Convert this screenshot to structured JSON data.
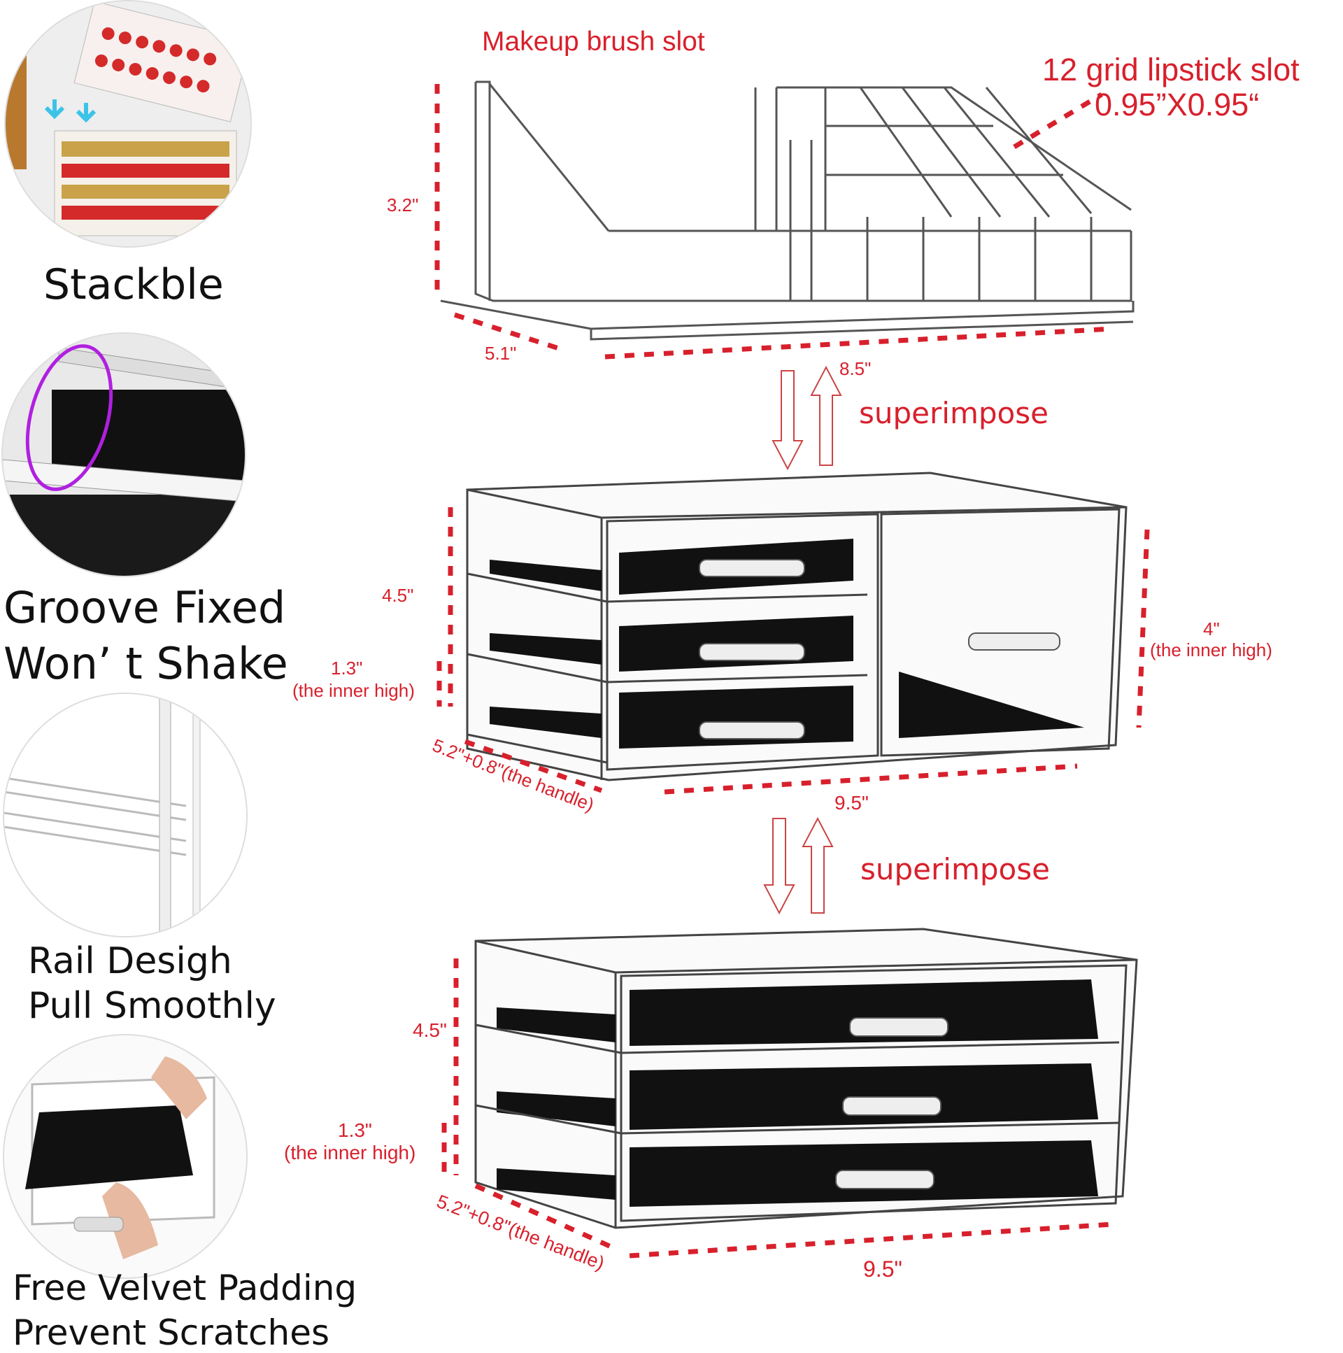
{
  "features": [
    {
      "lines": [
        "Stackble"
      ],
      "icon": "stacked-lipstick-trays-photo"
    },
    {
      "lines": [
        "Groove Fixed",
        "Won’  t Shake"
      ],
      "icon": "groove-closeup-photo"
    },
    {
      "lines": [
        "Rail Desigh",
        "Pull Smoothly"
      ],
      "icon": "rail-closeup-photo"
    },
    {
      "lines": [
        "Free Velvet Padding",
        "Prevent Scratches"
      ],
      "icon": "velvet-pad-photo"
    }
  ],
  "top_unit": {
    "brush_slot_label": "Makeup brush slot",
    "lipstick_label": "12 grid lipstick slot",
    "lipstick_size": "0.95”X0.95“",
    "height": "3.2\"",
    "depth": "5.1\"",
    "width": "8.5\""
  },
  "middle_unit": {
    "height": "4.5\"",
    "drawer_inner": "1.3\"",
    "drawer_inner_note": "(the inner high)",
    "right_inner": "4\"",
    "right_inner_note": "(the inner high)",
    "depth": "5.2\"+0.8\"(the handle)",
    "width": "9.5\""
  },
  "bottom_unit": {
    "height": "4.5\"",
    "drawer_inner": "1.3\"",
    "drawer_inner_note": "(the inner high)",
    "depth": "5.2\"+0.8\"(the handle)",
    "width": "9.5\""
  },
  "superimpose_label": "superimpose",
  "colors": {
    "accent": "#d8202c",
    "text": "#111111",
    "velvet": "#111111",
    "highlight": "#b020e0"
  }
}
